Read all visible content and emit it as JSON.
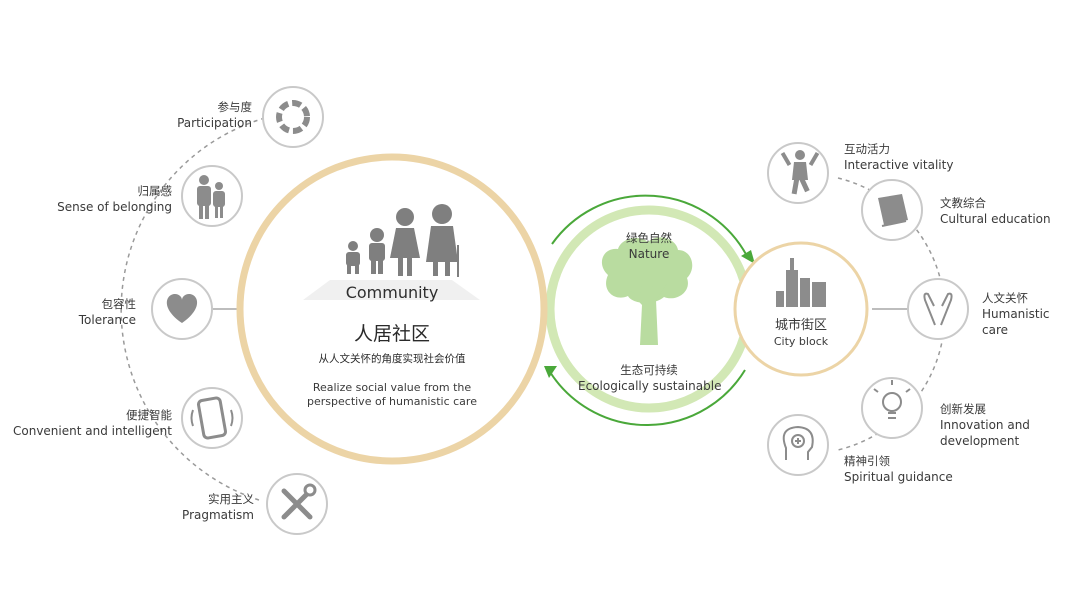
{
  "community": {
    "word": "Community",
    "title": "人居社区",
    "subtitle": "从人文关怀的角度实现社会价值",
    "english": "Realize social value from the perspective of humanistic care"
  },
  "nature": {
    "title_zh": "绿色自然",
    "title_en": "Nature",
    "bottom_zh": "生态可持续",
    "bottom_en": "Ecologically sustainable"
  },
  "city": {
    "title": "城市街区",
    "english": "City block"
  },
  "left_items": [
    {
      "zh": "参与度",
      "en": "Participation",
      "icon": "hands-circle-icon"
    },
    {
      "zh": "归属感",
      "en": "Sense of belonging",
      "icon": "family-hug-icon"
    },
    {
      "zh": "包容性",
      "en": "Tolerance",
      "icon": "heart-icon"
    },
    {
      "zh": "便捷智能",
      "en": "Convenient and intelligent",
      "icon": "smartphone-icon"
    },
    {
      "zh": "实用主义",
      "en": "Pragmatism",
      "icon": "tools-icon"
    }
  ],
  "right_items": [
    {
      "zh": "互动活力",
      "en": "Interactive vitality",
      "icon": "jumping-person-icon"
    },
    {
      "zh": "文教综合",
      "en": "Cultural education",
      "icon": "book-icon"
    },
    {
      "zh": "人文关怀",
      "en": "Humanistic care",
      "icon": "caring-hands-icon"
    },
    {
      "zh": "创新发展",
      "en": "Innovation and development",
      "icon": "lightbulb-icon"
    },
    {
      "zh": "精神引领",
      "en": "Spiritual guidance",
      "icon": "head-plus-icon"
    }
  ],
  "colors": {
    "ring_tan": "#ecd4a6",
    "ring_green": "#cfe5b0",
    "arrow_green": "#4aa83a",
    "tree_green": "#b9dca0",
    "icon_gray": "#8c8c8c",
    "circle_stroke": "#c9c9c9",
    "dash": "#9a9a9a"
  }
}
